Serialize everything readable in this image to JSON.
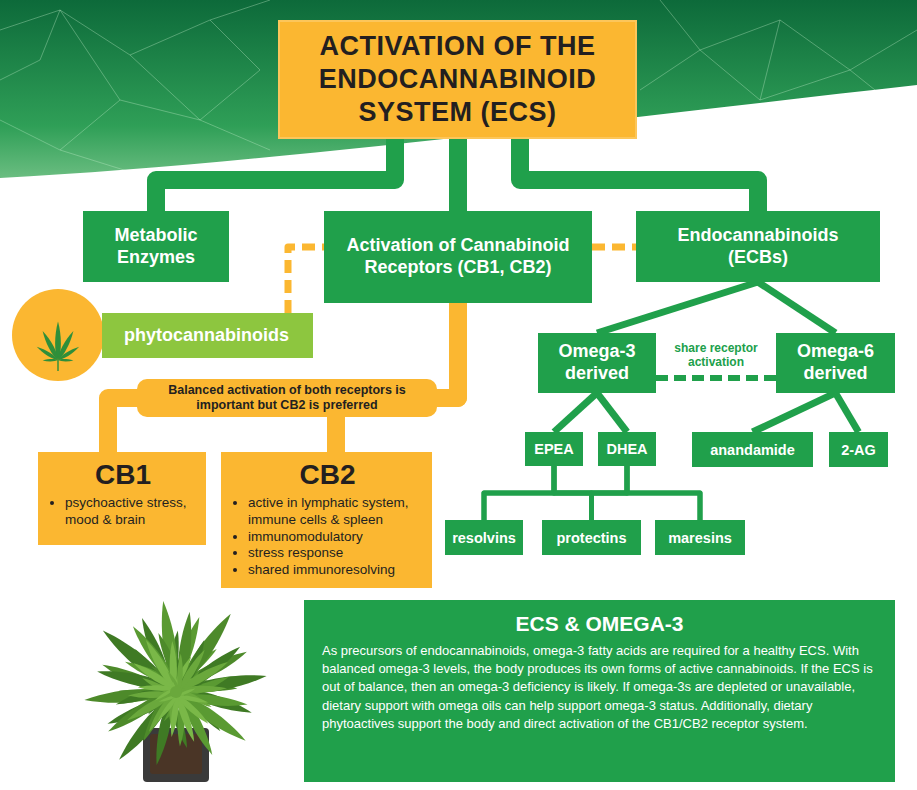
{
  "diagram": {
    "nodes": [
      {
        "text": [
          "ACTIVATION OF THE ENDOCANNABINOID SYSTEM (ECS)"
        ]
      },
      {
        "text": [
          "Metabolic Enzymes"
        ]
      },
      {
        "text": [
          "Activation of Cannabinoid Receptors (CB1, CB2)"
        ]
      },
      {
        "text": [
          "Endocannabinoids (ECBs)"
        ]
      },
      {
        "text": [
          "phytocannabinoids"
        ]
      },
      {
        "text": [
          "Omega-3 derived"
        ]
      },
      {
        "text": [
          "Omega-6 derived"
        ]
      },
      {
        "text": [
          "CB1",
          "psychoactive stress, mood & brain"
        ]
      },
      {
        "text": [
          "CB2",
          "active in lymphatic system, immune cells & spleen",
          "immunomodulatory",
          "stress response",
          "shared immunoresolving"
        ]
      },
      {
        "text": [
          "EPEA"
        ]
      },
      {
        "text": [
          "DHEA"
        ]
      },
      {
        "text": [
          "anandamide"
        ]
      },
      {
        "text": [
          "2-AG"
        ]
      },
      {
        "text": [
          "resolvins"
        ]
      },
      {
        "text": [
          "protectins"
        ]
      },
      {
        "text": [
          "maresins"
        ]
      },
      {
        "text": [
          "ECS & OMEGA-3",
          "As precursors of endocannabinoids, omega-3 fatty acids are required for a healthy ECS. With balanced omega-3 levels, the body produces its own forms of active cannabinoids. If the ECS is out of balance, then an omega-3 deficiency is likely. If omega-3s are depleted or unavailable, dietary support with omega oils can help support omega-3 status. Additionally, dietary phytoactives support the body and direct activation of the CB1/CB2 receptor system."
        ]
      }
    ],
    "edges": [
      {
        "from": 0,
        "to": 1,
        "arrow": "none"
      },
      {
        "from": 0,
        "to": 2,
        "arrow": "none"
      },
      {
        "from": 0,
        "to": 3,
        "arrow": "none"
      },
      {
        "from": 4,
        "to": 2,
        "arrow": "none"
      },
      {
        "from": 2,
        "to": 3,
        "arrow": "none"
      },
      {
        "from": 2,
        "to": 7,
        "arrow": "none"
      },
      {
        "from": 2,
        "to": 8,
        "arrow": "none"
      },
      {
        "from": 3,
        "to": 5,
        "arrow": "none"
      },
      {
        "from": 3,
        "to": 6,
        "arrow": "none"
      },
      {
        "from": 5,
        "to": 6,
        "label": "share receptor activation",
        "arrow": "none"
      },
      {
        "from": 5,
        "to": 9,
        "arrow": "none"
      },
      {
        "from": 5,
        "to": 10,
        "arrow": "none"
      },
      {
        "from": 6,
        "to": 11,
        "arrow": "none"
      },
      {
        "from": 6,
        "to": 12,
        "arrow": "none"
      },
      {
        "from": 9,
        "to": 13,
        "arrow": "none"
      },
      {
        "from": 9,
        "to": 14,
        "arrow": "none"
      },
      {
        "from": 9,
        "to": 15,
        "arrow": "none"
      },
      {
        "from": 10,
        "to": 13,
        "arrow": "none"
      },
      {
        "from": 10,
        "to": 14,
        "arrow": "none"
      },
      {
        "from": 10,
        "to": 15,
        "arrow": "none"
      }
    ],
    "labels": [
      "Balanced activation of both receptors is important but CB2 is preferred"
    ]
  }
}
